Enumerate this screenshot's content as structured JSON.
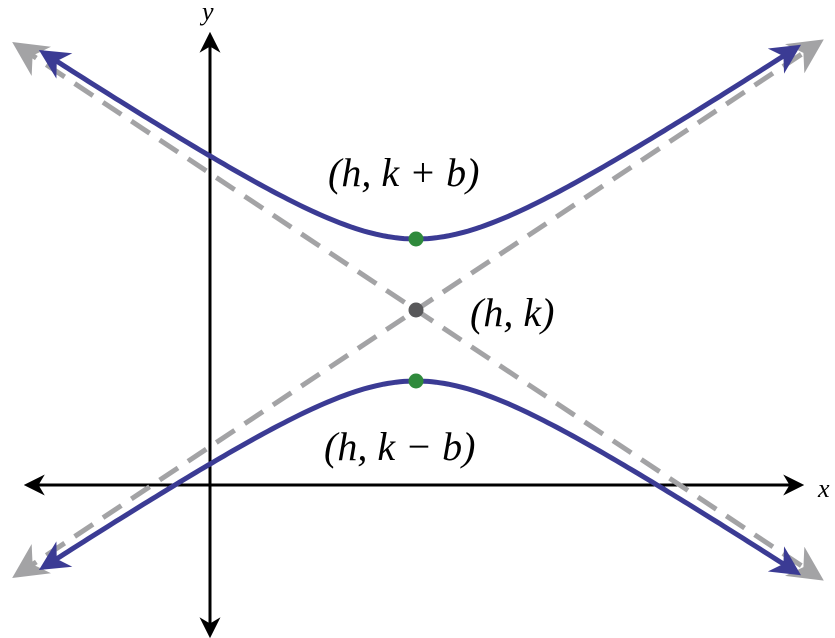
{
  "axes": {
    "x_label": "x",
    "y_label": "y"
  },
  "labels": {
    "upper_vertex": "(h, k + b)",
    "center": "(h, k)",
    "lower_vertex": "(h, k − b)"
  },
  "colors": {
    "hyperbola": "#3b3b94",
    "asymptote": "#a3a3a5",
    "vertex": "#2f8a3c",
    "center": "#58585a",
    "axis": "#000000"
  }
}
